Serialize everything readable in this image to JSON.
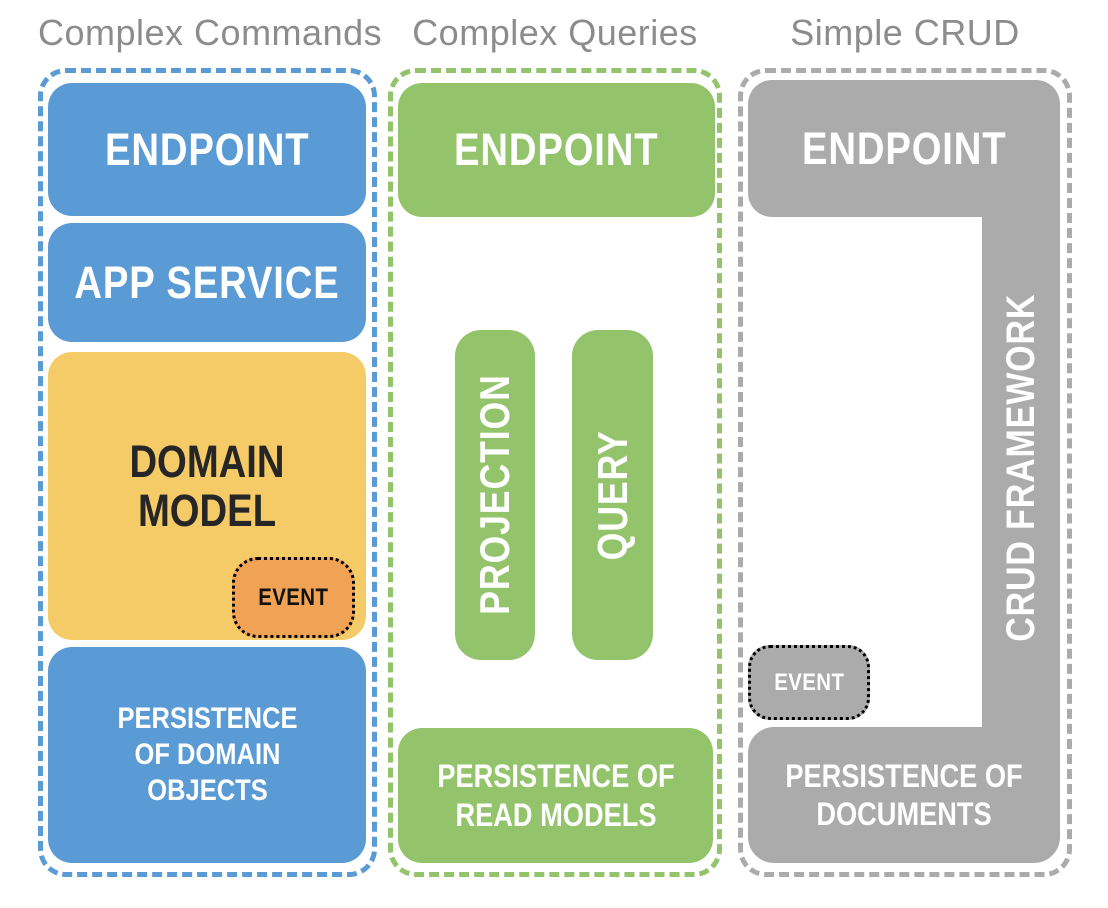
{
  "colors": {
    "blue": "#5B9BD5",
    "green": "#93C36B",
    "gray": "#ABABAB",
    "yellow": "#F4CB67",
    "orange": "#F0A355",
    "title": "#8C8C8C"
  },
  "columns": {
    "commands": {
      "title": "Complex Commands",
      "endpoint": "ENDPOINT",
      "app_service": "APP SERVICE",
      "domain_model": "DOMAIN MODEL",
      "event": "EVENT",
      "persistence": "PERSISTENCE OF DOMAIN OBJECTS"
    },
    "queries": {
      "title": "Complex Queries",
      "endpoint": "ENDPOINT",
      "projection": "PROJECTION",
      "query": "QUERY",
      "persistence": "PERSISTENCE OF READ MODELS"
    },
    "crud": {
      "title": "Simple CRUD",
      "endpoint": "ENDPOINT",
      "framework": "CRUD FRAMEWORK",
      "event": "EVENT",
      "persistence": "PERSISTENCE OF DOCUMENTS"
    }
  }
}
